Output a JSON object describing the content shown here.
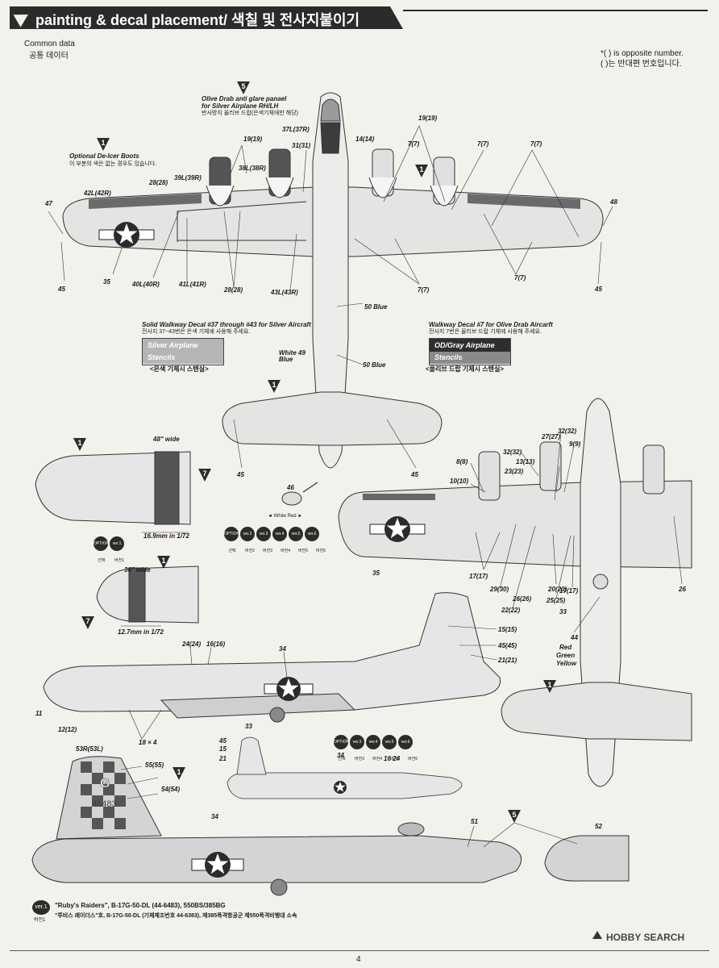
{
  "header": {
    "title": "painting & decal placement/ 색칠 및 전사지붙이기"
  },
  "common": {
    "label_en": "Common data",
    "label_ko": "공통 데이터"
  },
  "note": {
    "line1": "*(    ) is opposite number.",
    "line2": "(    )는 반대편 번호입니다."
  },
  "steps": {
    "s1": "1",
    "s5": "5",
    "s7": "7"
  },
  "callouts": {
    "olive_en1": "Olive Drab  anti glare panael",
    "olive_en2": "for Silver Airplane RH/LH",
    "olive_ko": "반사방지 올리브 드랍(은색기체에만 해당)",
    "deicer_en": "Optional  De-Icer Boots",
    "deicer_ko": "이 부분의 색은 없는 경우도 있습니다.",
    "walk_silver_en": "Solid Walkway Decal #37 through #43 for Silver Aircraft",
    "walk_silver_ko": "전사지 37~43번은 은색 기체에 사용해 주세요.",
    "walk_od_en": "Walkway Decal #7 for Olive Drab Aircarft",
    "walk_od_ko": "전사지 7번은 올리브 드랍 기체에 사용해 주세요.",
    "silver_stencil_1": "Silver Airplane",
    "silver_stencil_2": "Stencils",
    "silver_stencil_ko": "<은색 기체시 스텐실>",
    "od_stencil_1": "OD/Gray Airplane",
    "od_stencil_2": "Stencils",
    "od_stencil_ko": "<올리브 드랍 기체시 스텐실>",
    "wide48": "48\" wide",
    "wide36": "36\" wide",
    "mm169": "16.9mm in 1/72",
    "mm127": "12.7mm in 1/72",
    "white_red": "◄ White Red ►",
    "red": "Red",
    "green": "Green",
    "yellow": "Yellow",
    "x4": "18 × 4"
  },
  "numbers": {
    "n19a": "19(19)",
    "n19b": "19(19)",
    "n14": "14(14)",
    "n7a": "7(7)",
    "n7b": "7(7)",
    "n7c": "7(7)",
    "n37": "37L(37R)",
    "n31": "31(31)",
    "n38": "38L(38R)",
    "n39": "39L(39R)",
    "n28a": "28(28)",
    "n42": "42L(42R)",
    "n47": "47",
    "n48": "48",
    "n45a": "45",
    "n45b": "45",
    "n35a": "35",
    "n40": "40L(40R)",
    "n41": "41L(41R)",
    "n28b": "28(28)",
    "n43": "43L(43R)",
    "n7d": "7(7)",
    "n7e": "7(7)",
    "n50a": "50  Blue",
    "n49": "White  49",
    "n49b": "Blue",
    "n50b": "50  Blue",
    "n45c": "45",
    "n45d": "45",
    "n46": "46",
    "n27": "27(27)",
    "n32a": "32(32)",
    "n32b": "32(32)",
    "n9": "9(9)",
    "n13": "13(13)",
    "n8": "8(8)",
    "n23": "23(23)",
    "n10": "10(10)",
    "n35b": "35",
    "n17a": "17(17)",
    "n29": "29(30)",
    "n26a": "26(26)",
    "n22": "22(22)",
    "n20": "20(20)",
    "n25": "25(25)",
    "n17b": "17(17)",
    "n26b": "26",
    "n33a": "33",
    "n44": "44",
    "n24": "24(24)",
    "n16": "16(16)",
    "n15": "15(15)",
    "n45e": "45(45)",
    "n21": "21(21)",
    "n34a": "34",
    "n11": "11",
    "n12": "12(12)",
    "n33b": "33",
    "n45f": "45",
    "n15b": "15",
    "n21b": "21",
    "n34b": "34",
    "n16b": "16  24",
    "n53": "53R(53L)",
    "n55": "55(55)",
    "n54": "54(54)",
    "n34c": "34",
    "n51": "51",
    "n52": "52"
  },
  "chips_row1": [
    "OPTION",
    "ver.2",
    "ver.3",
    "ver.4",
    "ver.5",
    "ver.6"
  ],
  "chips_row1_labels": [
    "선택",
    "버전2",
    "버전3",
    "버전4",
    "버전5",
    "버전6"
  ],
  "chips_row2": [
    "OPTION",
    "ver.1"
  ],
  "chips_row2_labels": [
    "선택",
    "버전1"
  ],
  "chips_row3": [
    "OPTION",
    "ver.3",
    "ver.4",
    "ver.5",
    "ver.6"
  ],
  "chips_row3_labels": [
    "선택",
    "버전3",
    "버전4",
    "버전5",
    "버전6"
  ],
  "tail": {
    "letter": "G",
    "serial": "46483"
  },
  "version1": {
    "badge": "ver.1",
    "badge_ko": "버전1",
    "line_en": "\"Ruby's Raiders\", B-17G-50-DL (44-6483), 550BS/385BG",
    "line_ko": "\"루비스 레이더스\"호, B-17G-50-DL (기체제조번호 44-6383), 제385폭격항공군 제550폭격비행대 소속"
  },
  "footer": {
    "page": "4",
    "watermark": "HOBBY SEARCH"
  },
  "colors": {
    "dark": "#2b2b2b",
    "silver": "#d9d9d9",
    "od": "#3c3c3c"
  }
}
